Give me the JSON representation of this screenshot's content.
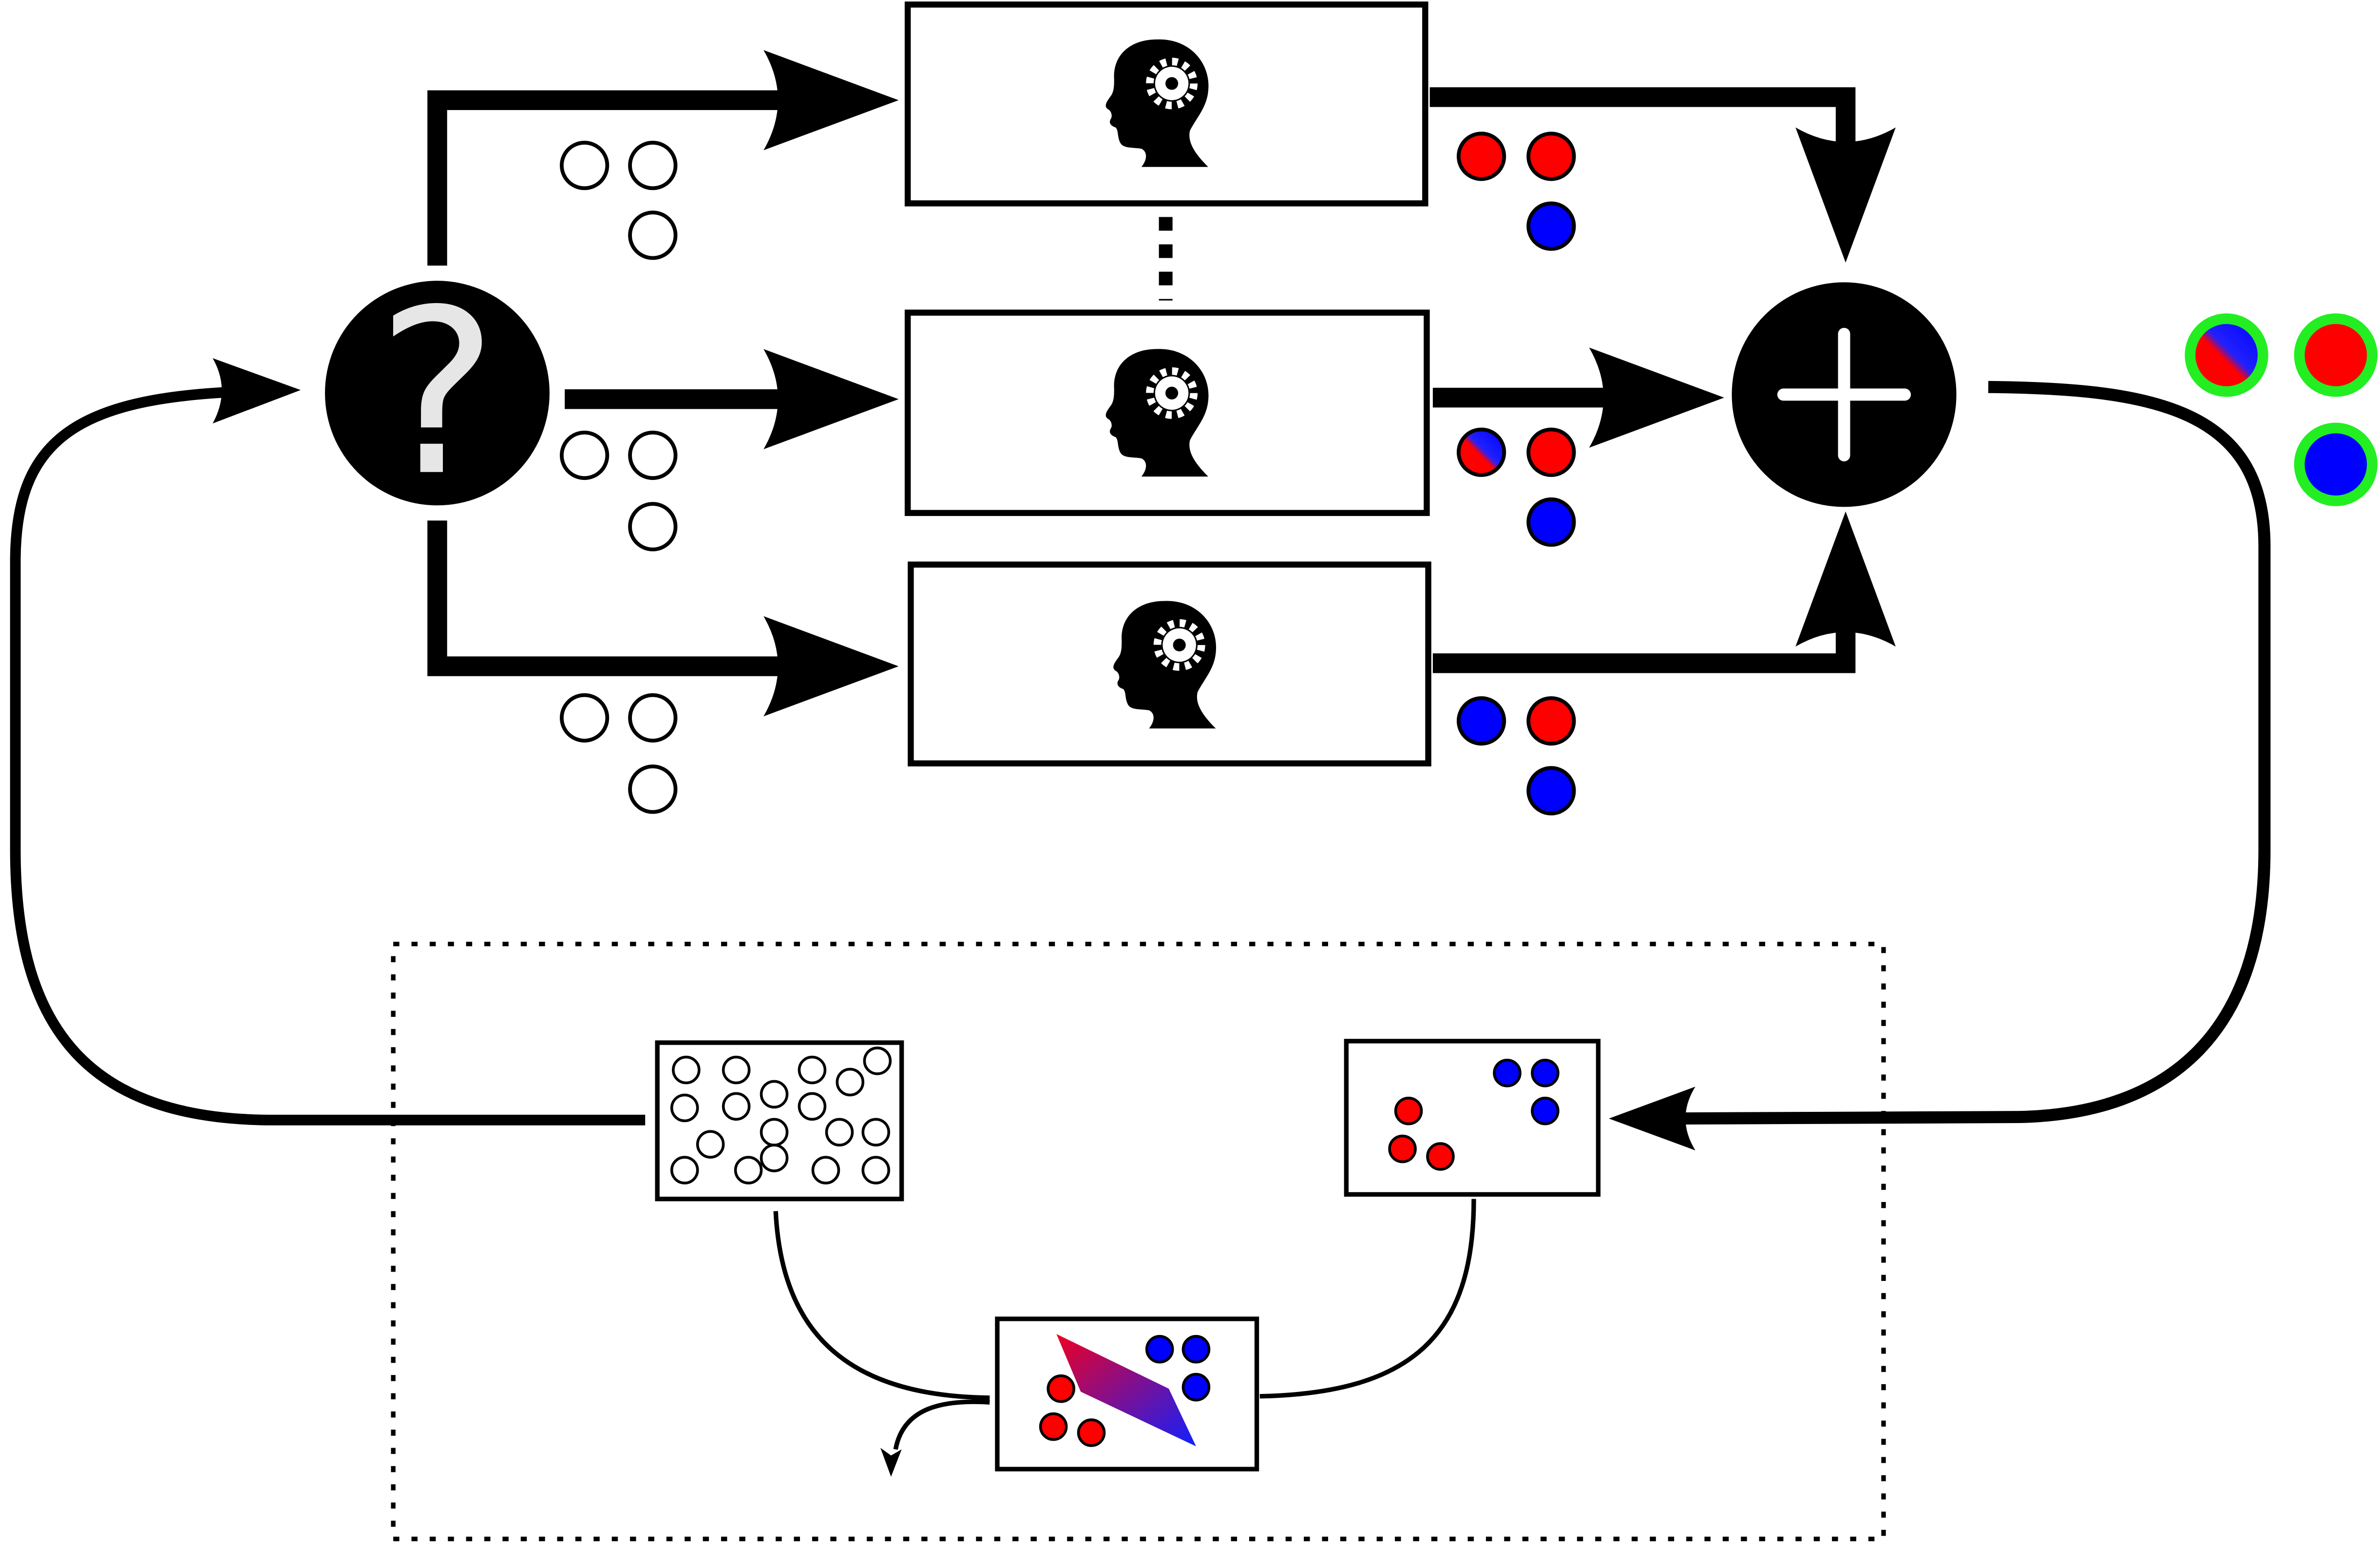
{
  "diagram": {
    "query_symbol": "?",
    "aggregate_symbol": "+",
    "colors": {
      "stroke": "#000000",
      "sample_fill": "#ffffff",
      "label_red": "#ff0000",
      "label_blue": "#0000ff",
      "consensus_ring": "#22ee22",
      "query_glyph": "#e6e6e6",
      "aggregate_glyph": "#ffffff"
    },
    "icons": {
      "annotator": "head-with-gear-icon",
      "query": "question-mark-icon",
      "aggregate": "plus-icon"
    },
    "annotators": [
      {
        "labels": [
          "red",
          "red",
          "blue"
        ]
      },
      {
        "labels": [
          "mixed",
          "red",
          "blue"
        ]
      },
      {
        "labels": [
          "blue",
          "red",
          "blue"
        ]
      }
    ],
    "consensus_labels": [
      "mixed",
      "red",
      "blue"
    ],
    "model_loop": {
      "unlabeled_pool_count": 18,
      "labeled_red_count": 3,
      "labeled_blue_count": 3
    }
  }
}
